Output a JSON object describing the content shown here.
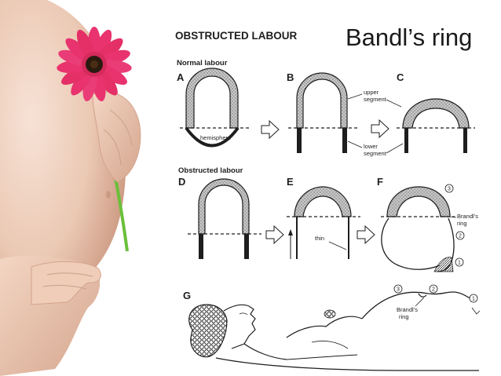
{
  "slide": {
    "title": "Bandl’s ring"
  },
  "figure": {
    "heading": "OBSTRUCTED LABOUR",
    "normal_section": "Normal labour",
    "obstructed_section": "Obstructed labour",
    "panels": [
      "A",
      "B",
      "C",
      "D",
      "E",
      "F",
      "G"
    ],
    "labels": {
      "hemisphere": "hemisphere",
      "upper": "upper",
      "segment": "segment",
      "lower": "lower",
      "thin": "thin",
      "brandls": "Brandl’s",
      "ring": "ring"
    },
    "circled": [
      "1",
      "2",
      "3"
    ]
  },
  "icons": {
    "flower": "gerbera-flower-icon",
    "arrows": "hollow-right-arrow-icon"
  },
  "colors": {
    "petal": "#e8336f",
    "flower_center": "#2a1a10",
    "stem": "#6bbf3a",
    "skin": "#e8c3ac",
    "line": "#1e1e1e"
  }
}
